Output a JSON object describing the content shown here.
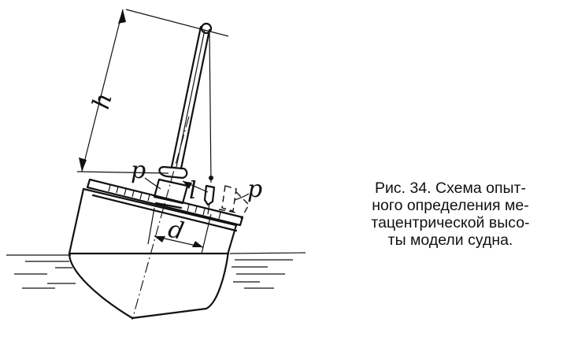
{
  "labels": {
    "h": "h",
    "p_left": "p",
    "l": "l",
    "p_right": "p",
    "d": "d"
  },
  "caption": {
    "lines": [
      "Рис. 34. Схема опыт-",
      "ного определения ме-",
      "тацентрической высо-",
      "ты модели судна."
    ]
  }
}
